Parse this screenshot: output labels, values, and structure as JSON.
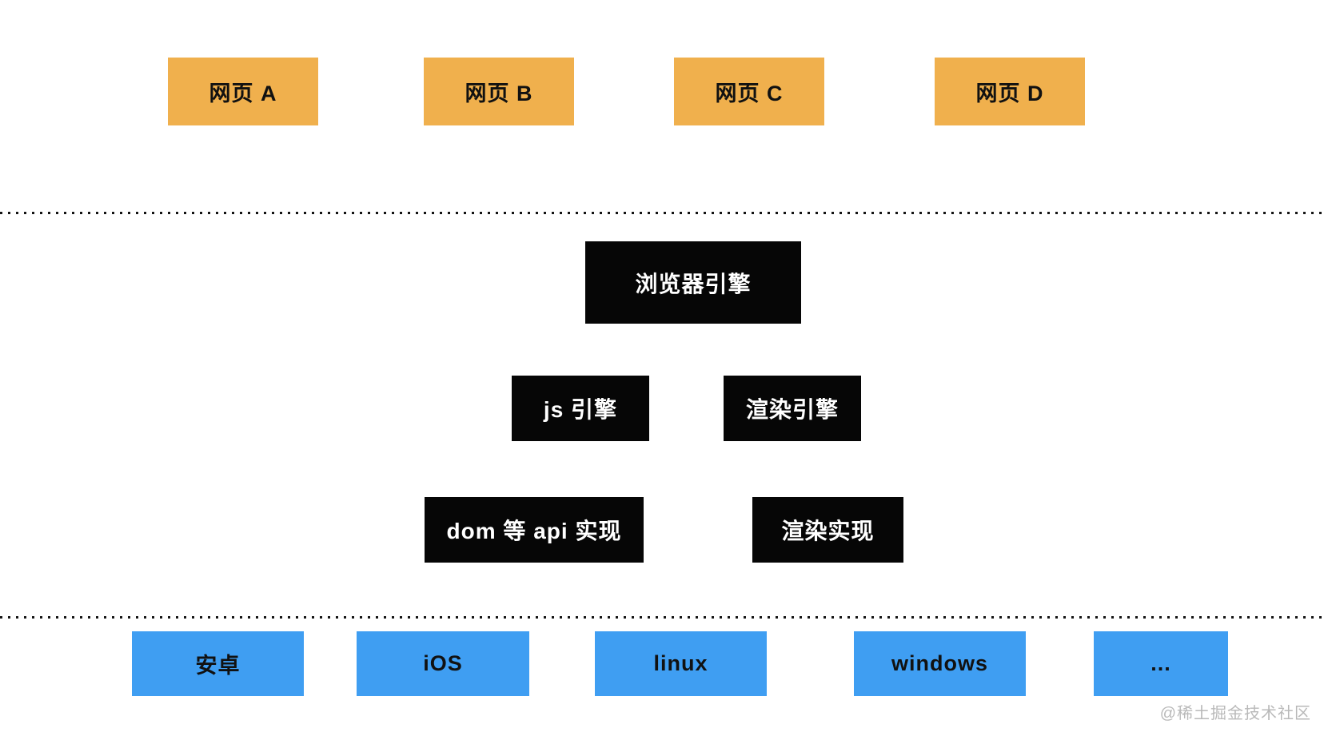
{
  "diagram": {
    "web_pages": {
      "items": [
        {
          "label": "网页 A"
        },
        {
          "label": "网页 B"
        },
        {
          "label": "网页 C"
        },
        {
          "label": "网页 D"
        }
      ]
    },
    "browser_engine": {
      "label": "浏览器引擎"
    },
    "engine_layer": {
      "js_engine": {
        "label": "js 引擎"
      },
      "render_engine": {
        "label": "渲染引擎"
      }
    },
    "implementation_layer": {
      "dom_api": {
        "label": "dom 等 api 实现"
      },
      "render_impl": {
        "label": "渲染实现"
      }
    },
    "platforms": {
      "items": [
        {
          "label": "安卓"
        },
        {
          "label": "iOS"
        },
        {
          "label": "linux"
        },
        {
          "label": "windows"
        },
        {
          "label": "..."
        }
      ]
    },
    "watermark": "@稀土掘金技术社区"
  },
  "colors": {
    "web_page_box": "#F0B04D",
    "engine_box": "#060606",
    "platform_box": "#3F9EF2",
    "box_text_dark": "#111111",
    "box_text_light": "#FFFFFF",
    "separator_dots": "#141414",
    "watermark_text": "#B9B9B9",
    "background": "#FFFFFF"
  }
}
